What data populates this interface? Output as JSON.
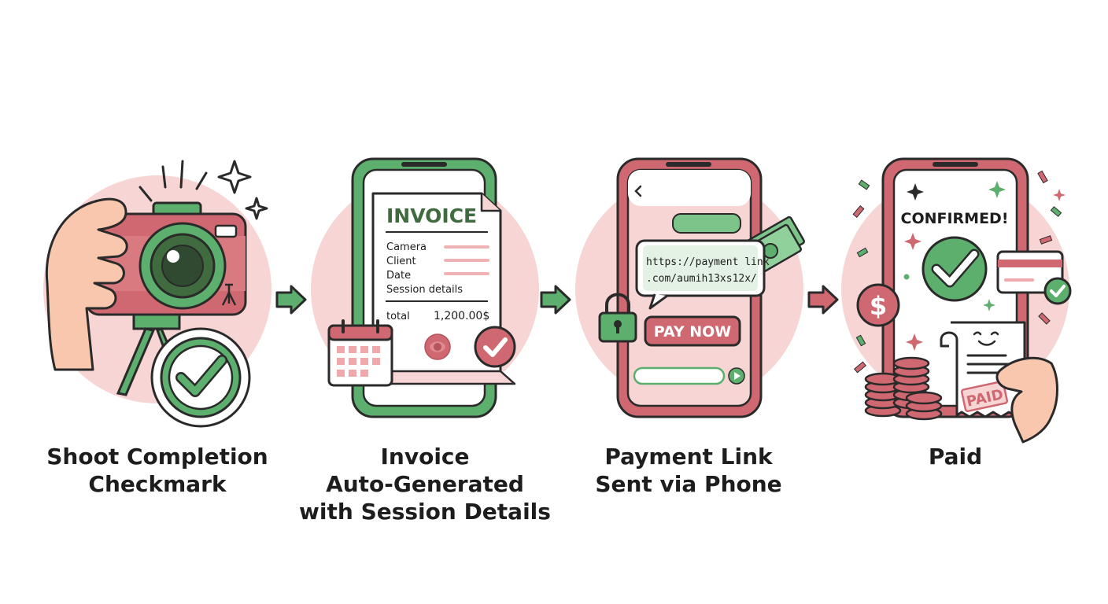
{
  "steps": [
    {
      "caption": [
        "Shoot Completion",
        "Checkmark"
      ]
    },
    {
      "caption": [
        "Invoice",
        "Auto-Generated",
        "with Session Details"
      ]
    },
    {
      "caption": [
        "Payment Link",
        "Sent via Phone"
      ]
    },
    {
      "caption": [
        "Paid"
      ]
    }
  ],
  "invoice": {
    "title": "INVOICE",
    "rows": [
      "Camera",
      "Client",
      "Date",
      "Session details"
    ],
    "total_label": "total",
    "total_value": "1,200.00$"
  },
  "message": {
    "link_line1": "https://payment link",
    "link_line2": ".com/aumih13xѕ12x/",
    "pay_button": "PAY NOW"
  },
  "paid_screen": {
    "confirmed": "CONFIRMED!",
    "stamp": "PAID",
    "dollar": "$"
  },
  "colors": {
    "pink": "#f7d5d5",
    "rose": "#cf6870",
    "green": "#5daf6e",
    "dark_green": "#3f6b3f",
    "outline": "#2a2a2a"
  }
}
